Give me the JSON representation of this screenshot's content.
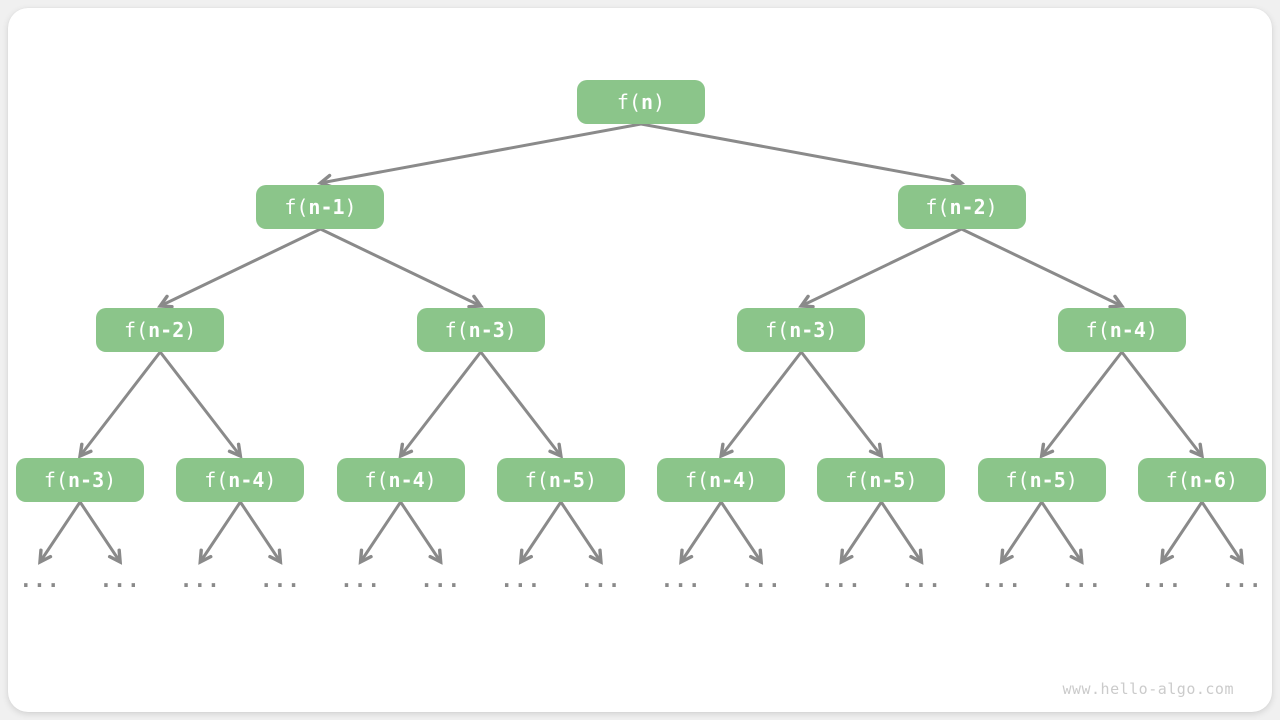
{
  "watermark": "www.hello-algo.com",
  "colors": {
    "node_green": "#8bc58a",
    "node_text": "#ffffff",
    "arrow_gray": "#8a8a8a",
    "watermark_gray": "#cbcbcb",
    "page_bg": "#f0f0f0",
    "card_bg": "#ffffff"
  },
  "tree": {
    "levels": [
      [
        "f(n)"
      ],
      [
        "f(n-1)",
        "f(n-2)"
      ],
      [
        "f(n-2)",
        "f(n-3)",
        "f(n-3)",
        "f(n-4)"
      ],
      [
        "f(n-3)",
        "f(n-4)",
        "f(n-4)",
        "f(n-5)",
        "f(n-4)",
        "f(n-5)",
        "f(n-5)",
        "f(n-6)"
      ]
    ],
    "leaf_label": "...",
    "leaf_count": 16
  }
}
